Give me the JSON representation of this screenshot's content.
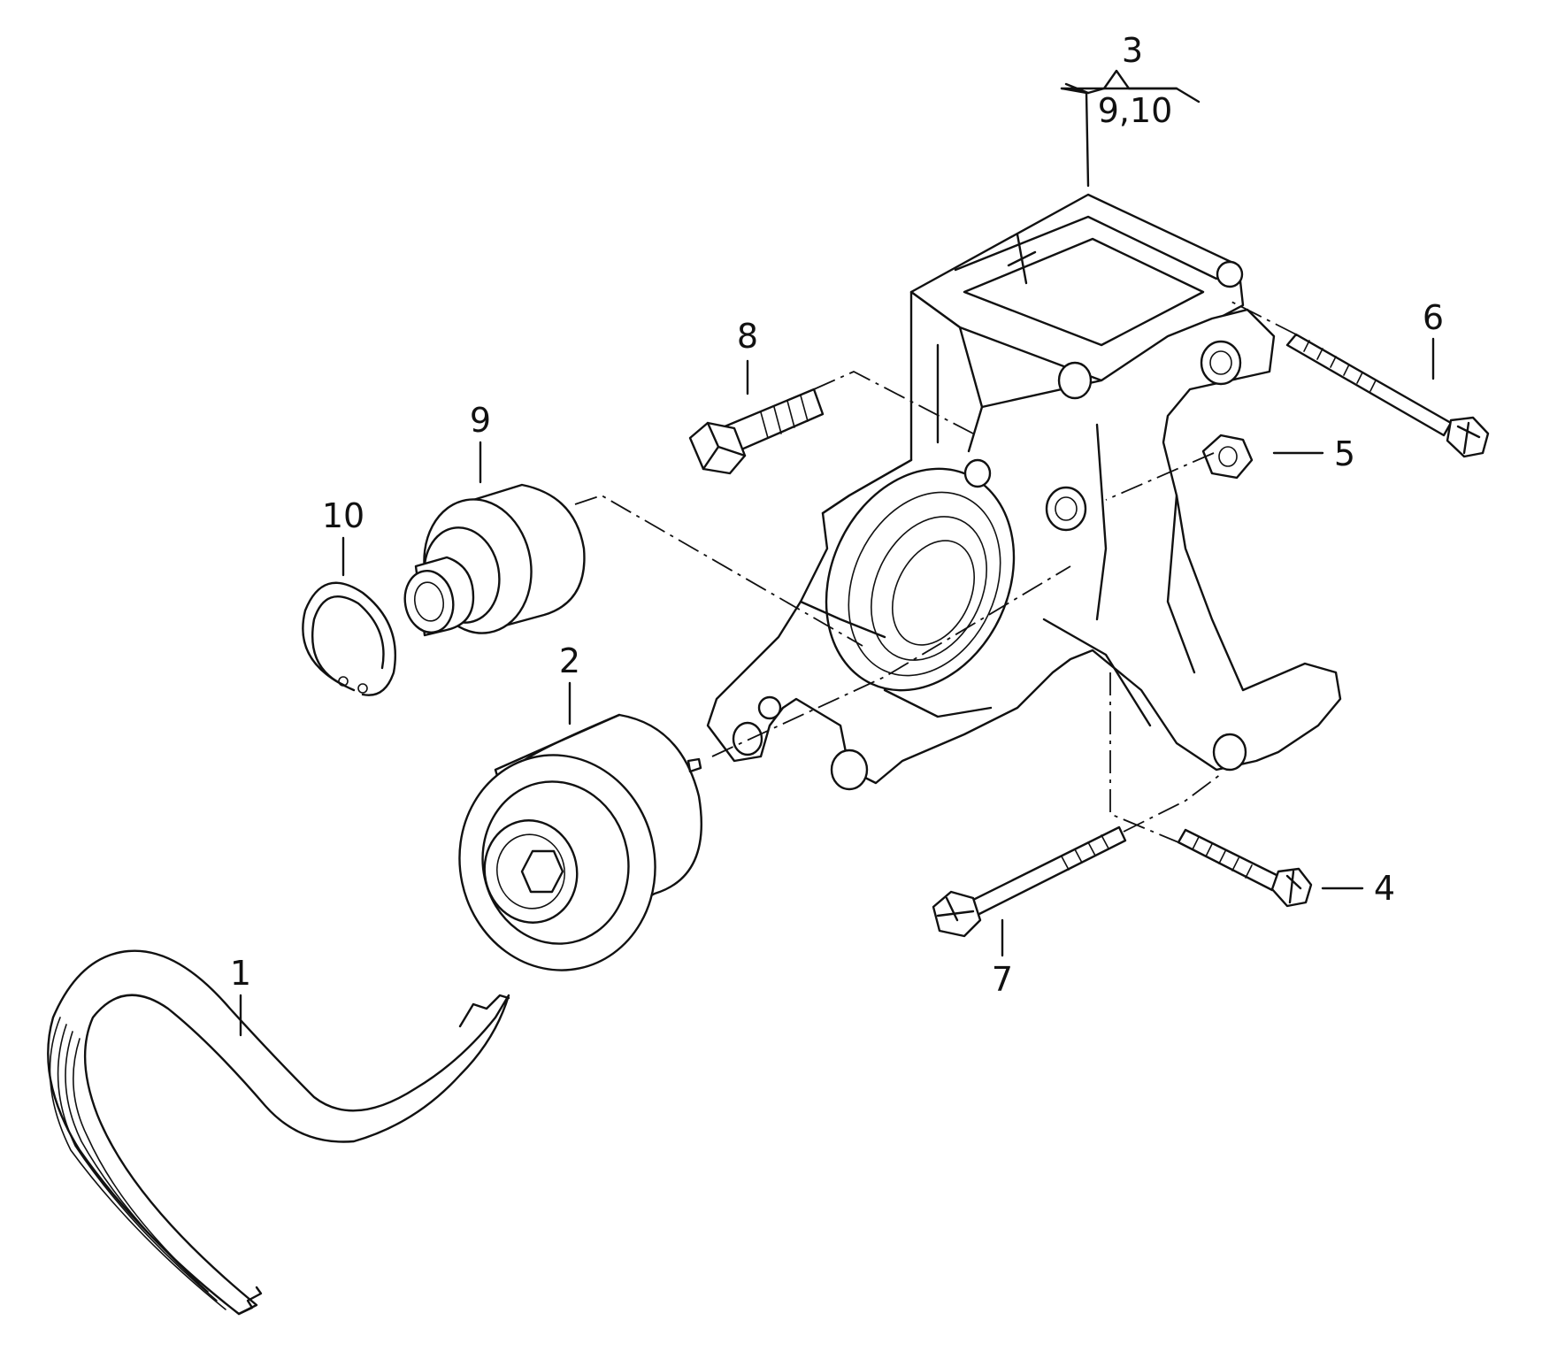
{
  "callouts": {
    "p1": "1",
    "p2": "2",
    "p3": "3",
    "p3_sub": "9,10",
    "p4": "4",
    "p5": "5",
    "p6": "6",
    "p7": "7",
    "p8": "8",
    "p9": "9",
    "p10": "10"
  }
}
